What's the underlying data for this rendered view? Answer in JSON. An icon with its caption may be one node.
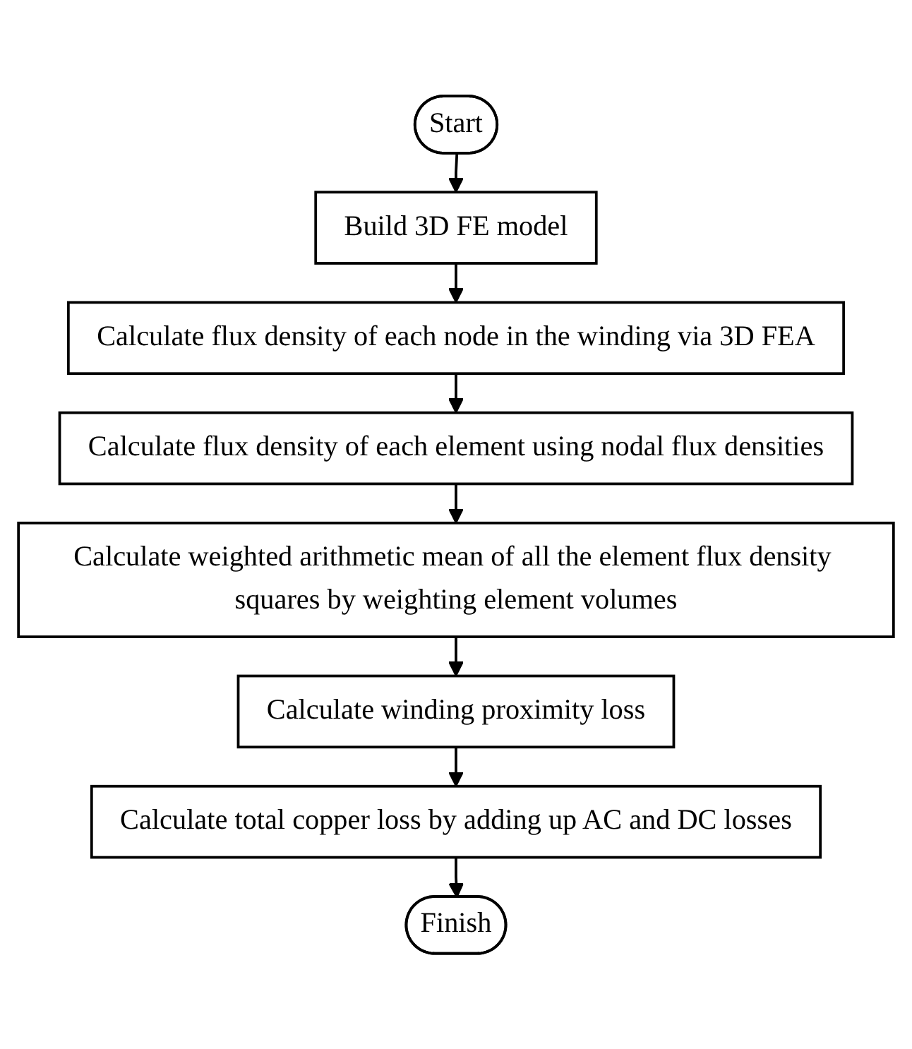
{
  "diagram": {
    "nodes": [
      {
        "text": [
          "Start"
        ]
      },
      {
        "text": [
          "Build 3D FE model"
        ]
      },
      {
        "text": [
          "Calculate flux density of each node in the winding via 3D FEA"
        ]
      },
      {
        "text": [
          "Calculate flux density of each element using nodal flux densities"
        ]
      },
      {
        "text": [
          "Calculate weighted arithmetic mean of all the element flux density squares by weighting element volumes"
        ]
      },
      {
        "text": [
          "Calculate winding proximity loss"
        ]
      },
      {
        "text": [
          "Calculate total copper loss by adding up AC and DC losses"
        ]
      },
      {
        "text": [
          "Finish"
        ]
      }
    ],
    "edges": [
      {
        "from": 0,
        "to": 1,
        "arrow": "to"
      },
      {
        "from": 1,
        "to": 2,
        "arrow": "to"
      },
      {
        "from": 2,
        "to": 3,
        "arrow": "to"
      },
      {
        "from": 3,
        "to": 4,
        "arrow": "to"
      },
      {
        "from": 4,
        "to": 5,
        "arrow": "to"
      },
      {
        "from": 5,
        "to": 6,
        "arrow": "to"
      },
      {
        "from": 6,
        "to": 7,
        "arrow": "to"
      }
    ]
  }
}
